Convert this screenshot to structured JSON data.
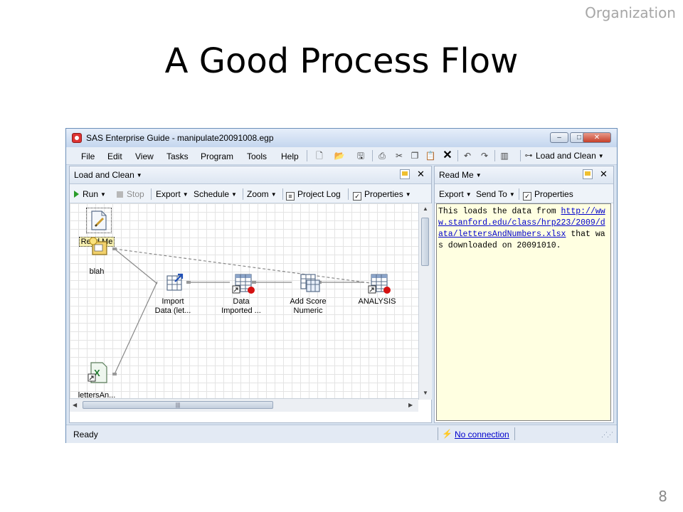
{
  "slide": {
    "section": "Organization",
    "title": "A Good Process Flow",
    "page_number": "8"
  },
  "window": {
    "title": "SAS Enterprise Guide - manipulate20091008.egp",
    "controls": {
      "minimize": "–",
      "maximize": "□",
      "close": "✕"
    }
  },
  "menubar": {
    "items": [
      "File",
      "Edit",
      "View",
      "Tasks",
      "Program",
      "Tools",
      "Help"
    ],
    "project_dropdown": "Load and Clean"
  },
  "left_pane": {
    "header": "Load and Clean",
    "toolbar": {
      "run": "Run",
      "stop": "Stop",
      "export": "Export",
      "schedule": "Schedule",
      "zoom": "Zoom",
      "project_log": "Project Log",
      "properties": "Properties"
    },
    "nodes": [
      {
        "label": "Read Me"
      },
      {
        "label": "blah"
      },
      {
        "label": "lettersAn..."
      },
      {
        "label_line1": "Import",
        "label_line2": "Data (let..."
      },
      {
        "label_line1": "Data",
        "label_line2": "Imported ..."
      },
      {
        "label_line1": "Add Score",
        "label_line2": "Numeric"
      },
      {
        "label": "ANALYSIS"
      }
    ]
  },
  "right_pane": {
    "header": "Read Me",
    "toolbar": {
      "export": "Export",
      "send_to": "Send To",
      "properties": "Properties"
    },
    "note": {
      "before": "This loads the data from ",
      "link": "http://www.stanford.edu/class/hrp223/2009/data/lettersAndNumbers.xlsx",
      "after": " that was downloaded on 20091010."
    }
  },
  "statusbar": {
    "left": "Ready",
    "connection": "No connection"
  },
  "colors": {
    "accent": "#6b8fb9",
    "note_background": "#ffffe1",
    "link": "#0000cc"
  }
}
